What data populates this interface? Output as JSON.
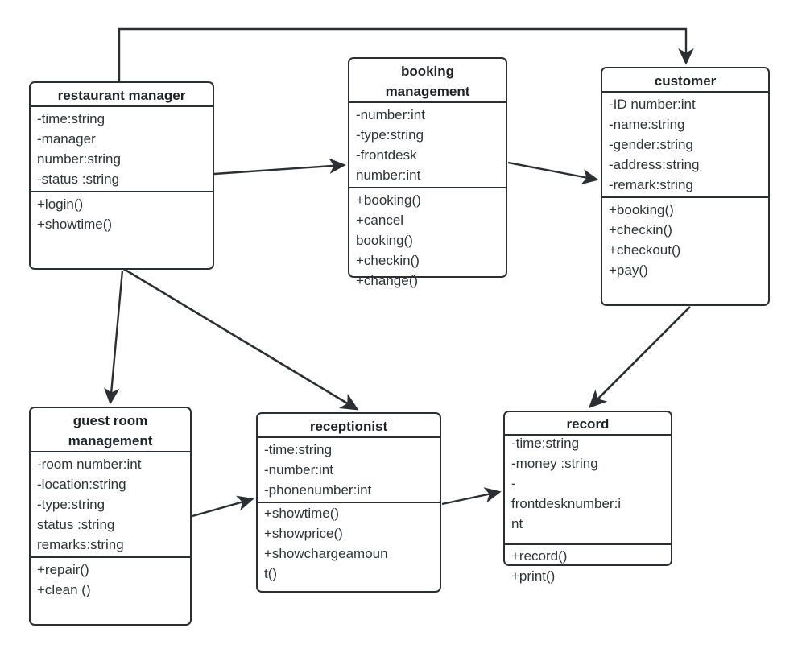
{
  "diagram": {
    "type": "uml-class-diagram",
    "title": "Hotel Management UML Class Diagram",
    "stroke_color": "#2b2f33",
    "text_color": "#2e3338",
    "background": "#ffffff"
  },
  "classes": [
    {
      "id": "restaurant-manager",
      "name": "restaurant manager",
      "attributes": "-time:string\n-manager\nnumber:string\n-status :string",
      "operations": "+login()\n+showtime()"
    },
    {
      "id": "booking-management",
      "name": "booking\nmanagement",
      "attributes": "-number:int\n-type:string\n-frontdesk\nnumber:int",
      "operations": "+booking()\n+cancel\nbooking()\n+checkin()\n+change()"
    },
    {
      "id": "customer",
      "name": "customer",
      "attributes": "-ID number:int\n-name:string\n-gender:string\n-address:string\n-remark:string",
      "operations": "+booking()\n+checkin()\n+checkout()\n+pay()"
    },
    {
      "id": "guest-room-management",
      "name": "guest room\nmanagement",
      "attributes": "-room number:int\n-location:string\n-type:string\nstatus :string\nremarks:string",
      "operations": "+repair()\n+clean ()"
    },
    {
      "id": "receptionist",
      "name": "receptionist",
      "attributes": "-time:string\n-number:int\n-phonenumber:int",
      "operations": "+showtime()\n+showprice()\n+showchargeamoun\nt()"
    },
    {
      "id": "record",
      "name": "record",
      "attributes": "-time:string\n-money :string\n-\nfrontdesknumber:i\nnt",
      "operations": "+record()\n+print()"
    }
  ],
  "connections": [
    {
      "id": "restaurant-manager-to-customer",
      "from": "restaurant manager",
      "to": "customer",
      "style": "orthogonal",
      "arrow": "open"
    },
    {
      "id": "restaurant-manager-to-booking-management",
      "from": "restaurant manager",
      "to": "booking management",
      "style": "straight",
      "arrow": "open"
    },
    {
      "id": "booking-management-to-customer",
      "from": "booking management",
      "to": "customer",
      "style": "straight",
      "arrow": "open"
    },
    {
      "id": "restaurant-manager-to-guest-room-management",
      "from": "restaurant manager",
      "to": "guest room management",
      "style": "straight",
      "arrow": "open"
    },
    {
      "id": "restaurant-manager-to-receptionist",
      "from": "restaurant manager",
      "to": "receptionist",
      "style": "straight",
      "arrow": "open"
    },
    {
      "id": "customer-to-record",
      "from": "customer",
      "to": "record",
      "style": "straight",
      "arrow": "open"
    },
    {
      "id": "guest-room-management-to-receptionist",
      "from": "guest room management",
      "to": "receptionist",
      "style": "straight",
      "arrow": "open"
    },
    {
      "id": "receptionist-to-record",
      "from": "receptionist",
      "to": "record",
      "style": "straight",
      "arrow": "open"
    }
  ]
}
